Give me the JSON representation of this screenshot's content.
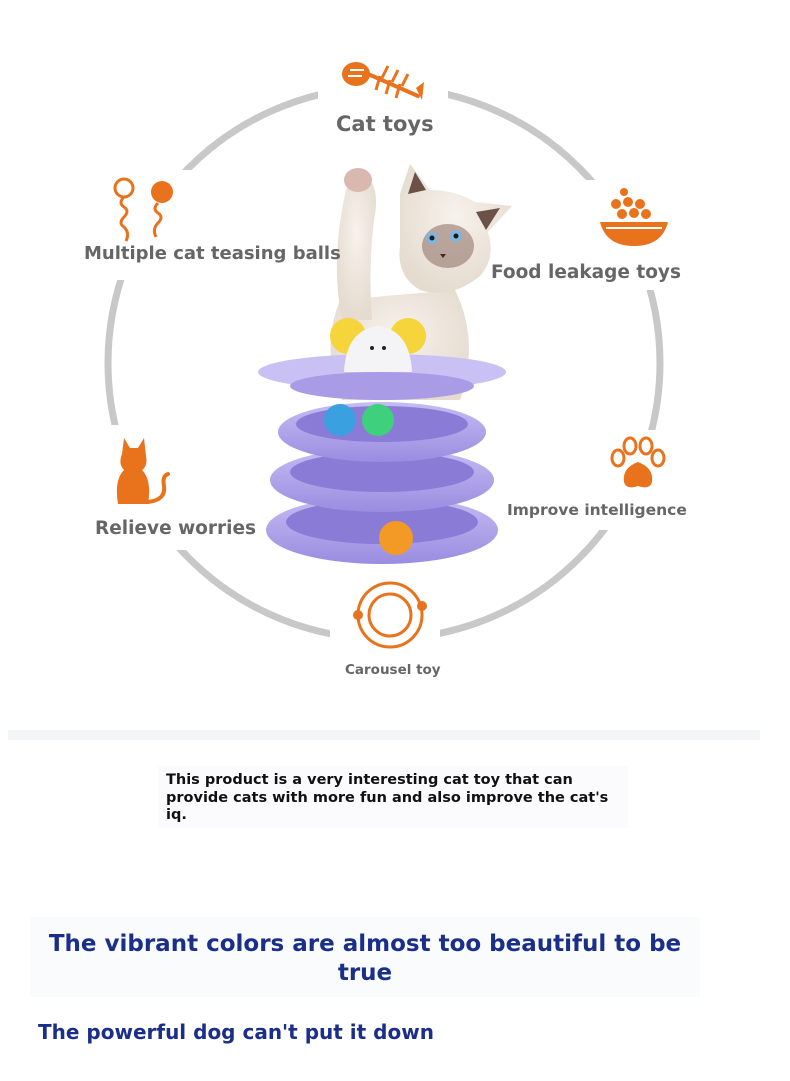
{
  "features": {
    "cat_toys": "Cat toys",
    "teasing_balls": "Multiple cat teasing balls",
    "food_leakage": "Food leakage toys",
    "relieve": "Relieve worries",
    "intelligence": "Improve intelligence",
    "carousel": "Carousel toy"
  },
  "icons": {
    "cat_toys": "fish-bone-icon",
    "teasing_balls": "spring-balls-icon",
    "food_leakage": "food-bowl-icon",
    "relieve": "sitting-cat-icon",
    "intelligence": "paw-print-icon",
    "carousel": "carousel-ring-icon"
  },
  "colors": {
    "accent_orange": "#e8731c",
    "ring_gray": "#c8c8c8",
    "toy_purple": "#a99be6",
    "headline_blue": "#1a2f8a"
  },
  "description": "This product is a very interesting cat toy that can provide cats with more fun and also improve the cat's iq.",
  "headline": "The vibrant colors are almost too beautiful to be true",
  "subline": "The powerful dog can't put it down"
}
